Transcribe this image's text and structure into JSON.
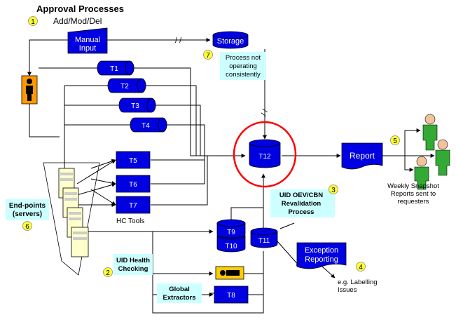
{
  "title": "Approval Processes",
  "subtitle": "Add/Mod/Del",
  "manual_input": [
    "Manual",
    "Input"
  ],
  "storage": "Storage",
  "process_note": [
    "Process not",
    "operating",
    "consistently"
  ],
  "tables_upper": [
    "T1",
    "T2",
    "T3",
    "T4"
  ],
  "hc_tables": [
    "T5",
    "T6",
    "T7"
  ],
  "hc_tools": "HC Tools",
  "t12": "T12",
  "report": "Report",
  "weekly_note": [
    "Weekly Snapshot",
    "Reports sent to",
    "requesters"
  ],
  "uid_revalidation": [
    "UID OEV/CBN",
    "Revalidation",
    "Process"
  ],
  "t9": "T9",
  "t10": "T10",
  "t11": "T11",
  "exception_reporting": [
    "Exception",
    "Reporting"
  ],
  "labelling_note": [
    "e.g. Labelling",
    "Issues"
  ],
  "uid_health": [
    "UID Health",
    "Checking"
  ],
  "global_extractors": [
    "Global",
    "Extractors"
  ],
  "t8": "T8",
  "endpoints": [
    "End-points",
    "(servers)"
  ],
  "step_numbers": [
    "1",
    "2",
    "3",
    "4",
    "5",
    "6",
    "7"
  ],
  "break_mark": "/ /",
  "colors": {
    "shape_fill": "#0000e0",
    "shape_text": "#ffffff",
    "note_fill": "#ccffff",
    "badge_fill": "#ffff33",
    "highlight_circle": "#ff0000",
    "person_green": "#33aa33",
    "actor_orange": "#ff9900"
  },
  "icons": [
    "person-icon",
    "manager-icon",
    "server-icon",
    "lying-person-icon"
  ]
}
